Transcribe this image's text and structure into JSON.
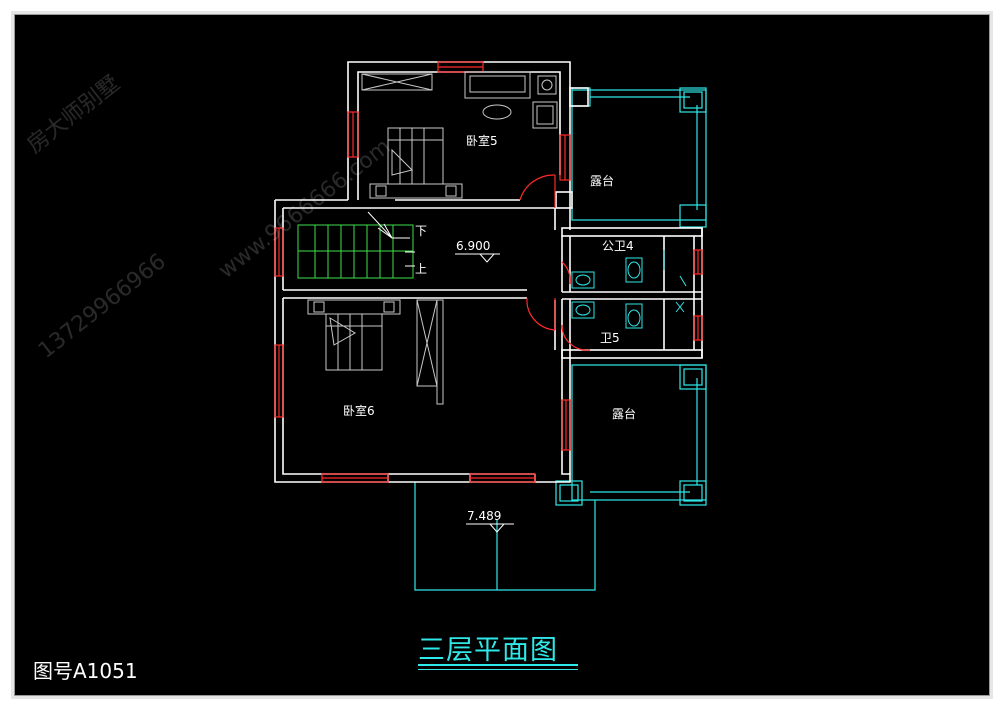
{
  "drawing": {
    "title": "三层平面图",
    "figure_number": "图号A1051"
  },
  "rooms": {
    "bedroom5": "卧室5",
    "bedroom6": "卧室6",
    "terrace_top": "露台",
    "terrace_bottom": "露台",
    "public_bath": "公卫4",
    "bath5": "卫5"
  },
  "stairs": {
    "down": "下",
    "up": "上"
  },
  "levels": {
    "floor": "6.900",
    "roof": "7.489"
  },
  "watermark": {
    "phone": "13729966966",
    "site": "www.9666666.com",
    "brand": "房大师别墅"
  },
  "colors": {
    "wall": "#ffffff",
    "window": "#ff2a2a",
    "cyan": "#2fe8e8",
    "stair": "#3ee04a",
    "furniture": "#c8c8c8"
  }
}
